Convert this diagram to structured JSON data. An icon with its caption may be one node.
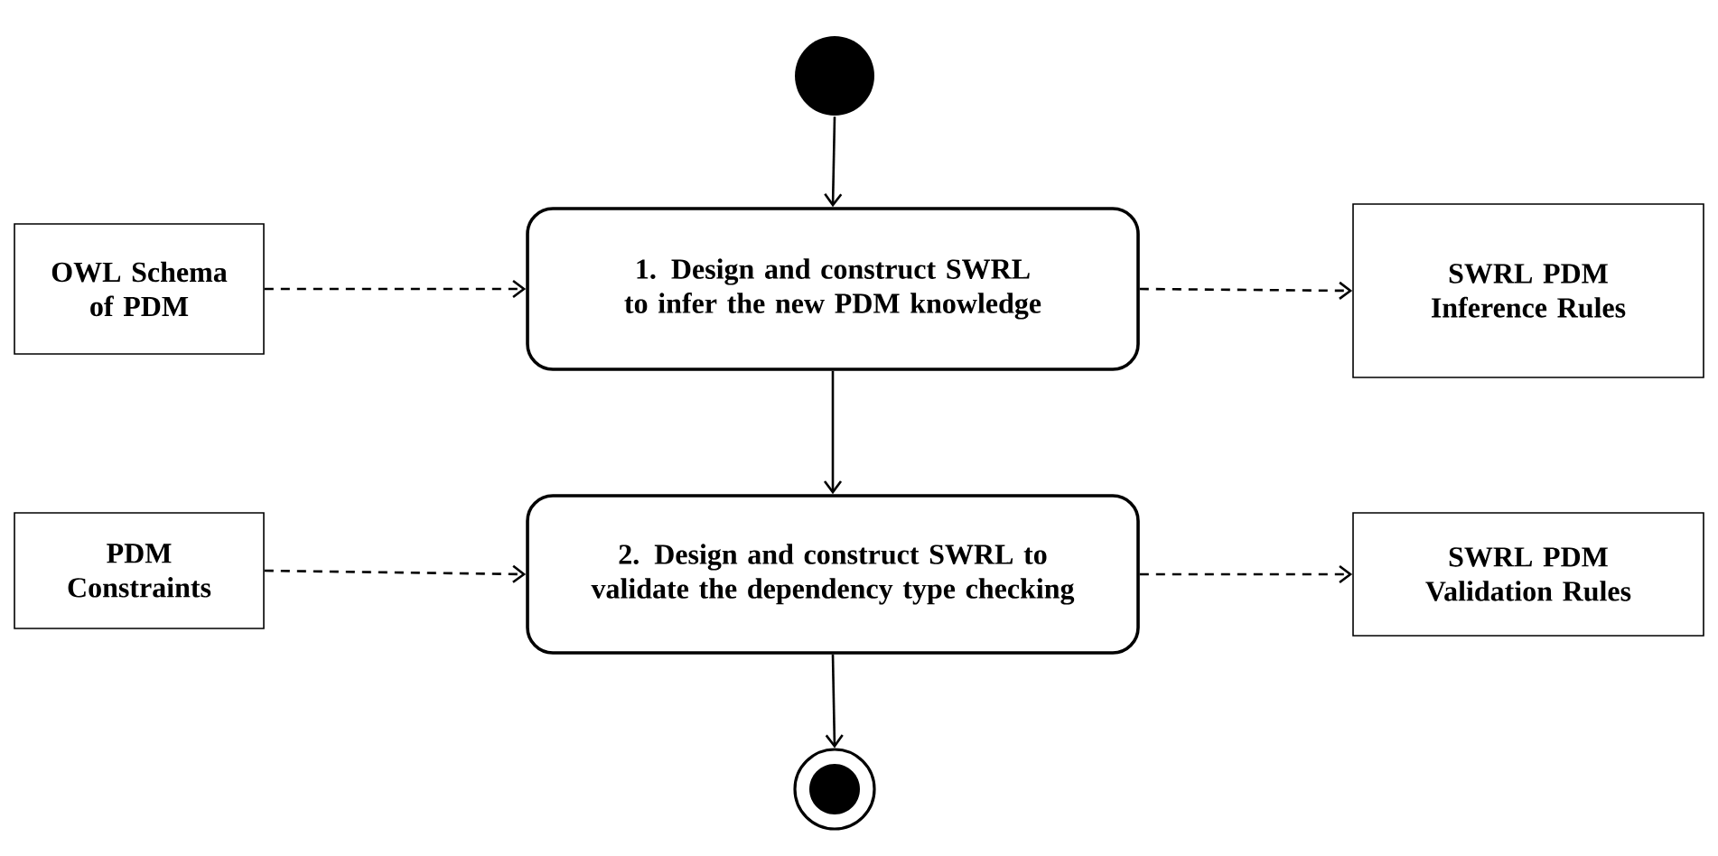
{
  "diagram": {
    "nodes": [
      {
        "text": [],
        "shape": "circle"
      },
      {
        "text": [
          "OWL Schema of PDM"
        ]
      },
      {
        "text": [
          "1. Design and construct SWRL to infer the new PDM knowledge"
        ]
      },
      {
        "text": [
          "SWRL PDM Inference Rules"
        ]
      },
      {
        "text": [
          "PDM Constraints"
        ]
      },
      {
        "text": [
          "2. Design and construct SWRL to validate the dependency type checking"
        ]
      },
      {
        "text": [
          "SWRL PDM Validation Rules"
        ]
      },
      {
        "text": [],
        "shape": "bullseye"
      }
    ],
    "edges": [
      {
        "from": 0,
        "to": 2,
        "arrow": "to"
      },
      {
        "from": 1,
        "to": 2,
        "arrow": "to",
        "style": "dashed"
      },
      {
        "from": 2,
        "to": 3,
        "arrow": "to",
        "style": "dashed"
      },
      {
        "from": 2,
        "to": 5,
        "arrow": "to"
      },
      {
        "from": 4,
        "to": 5,
        "arrow": "to",
        "style": "dashed"
      },
      {
        "from": 5,
        "to": 6,
        "arrow": "to",
        "style": "dashed"
      },
      {
        "from": 5,
        "to": 7,
        "arrow": "to"
      }
    ]
  }
}
